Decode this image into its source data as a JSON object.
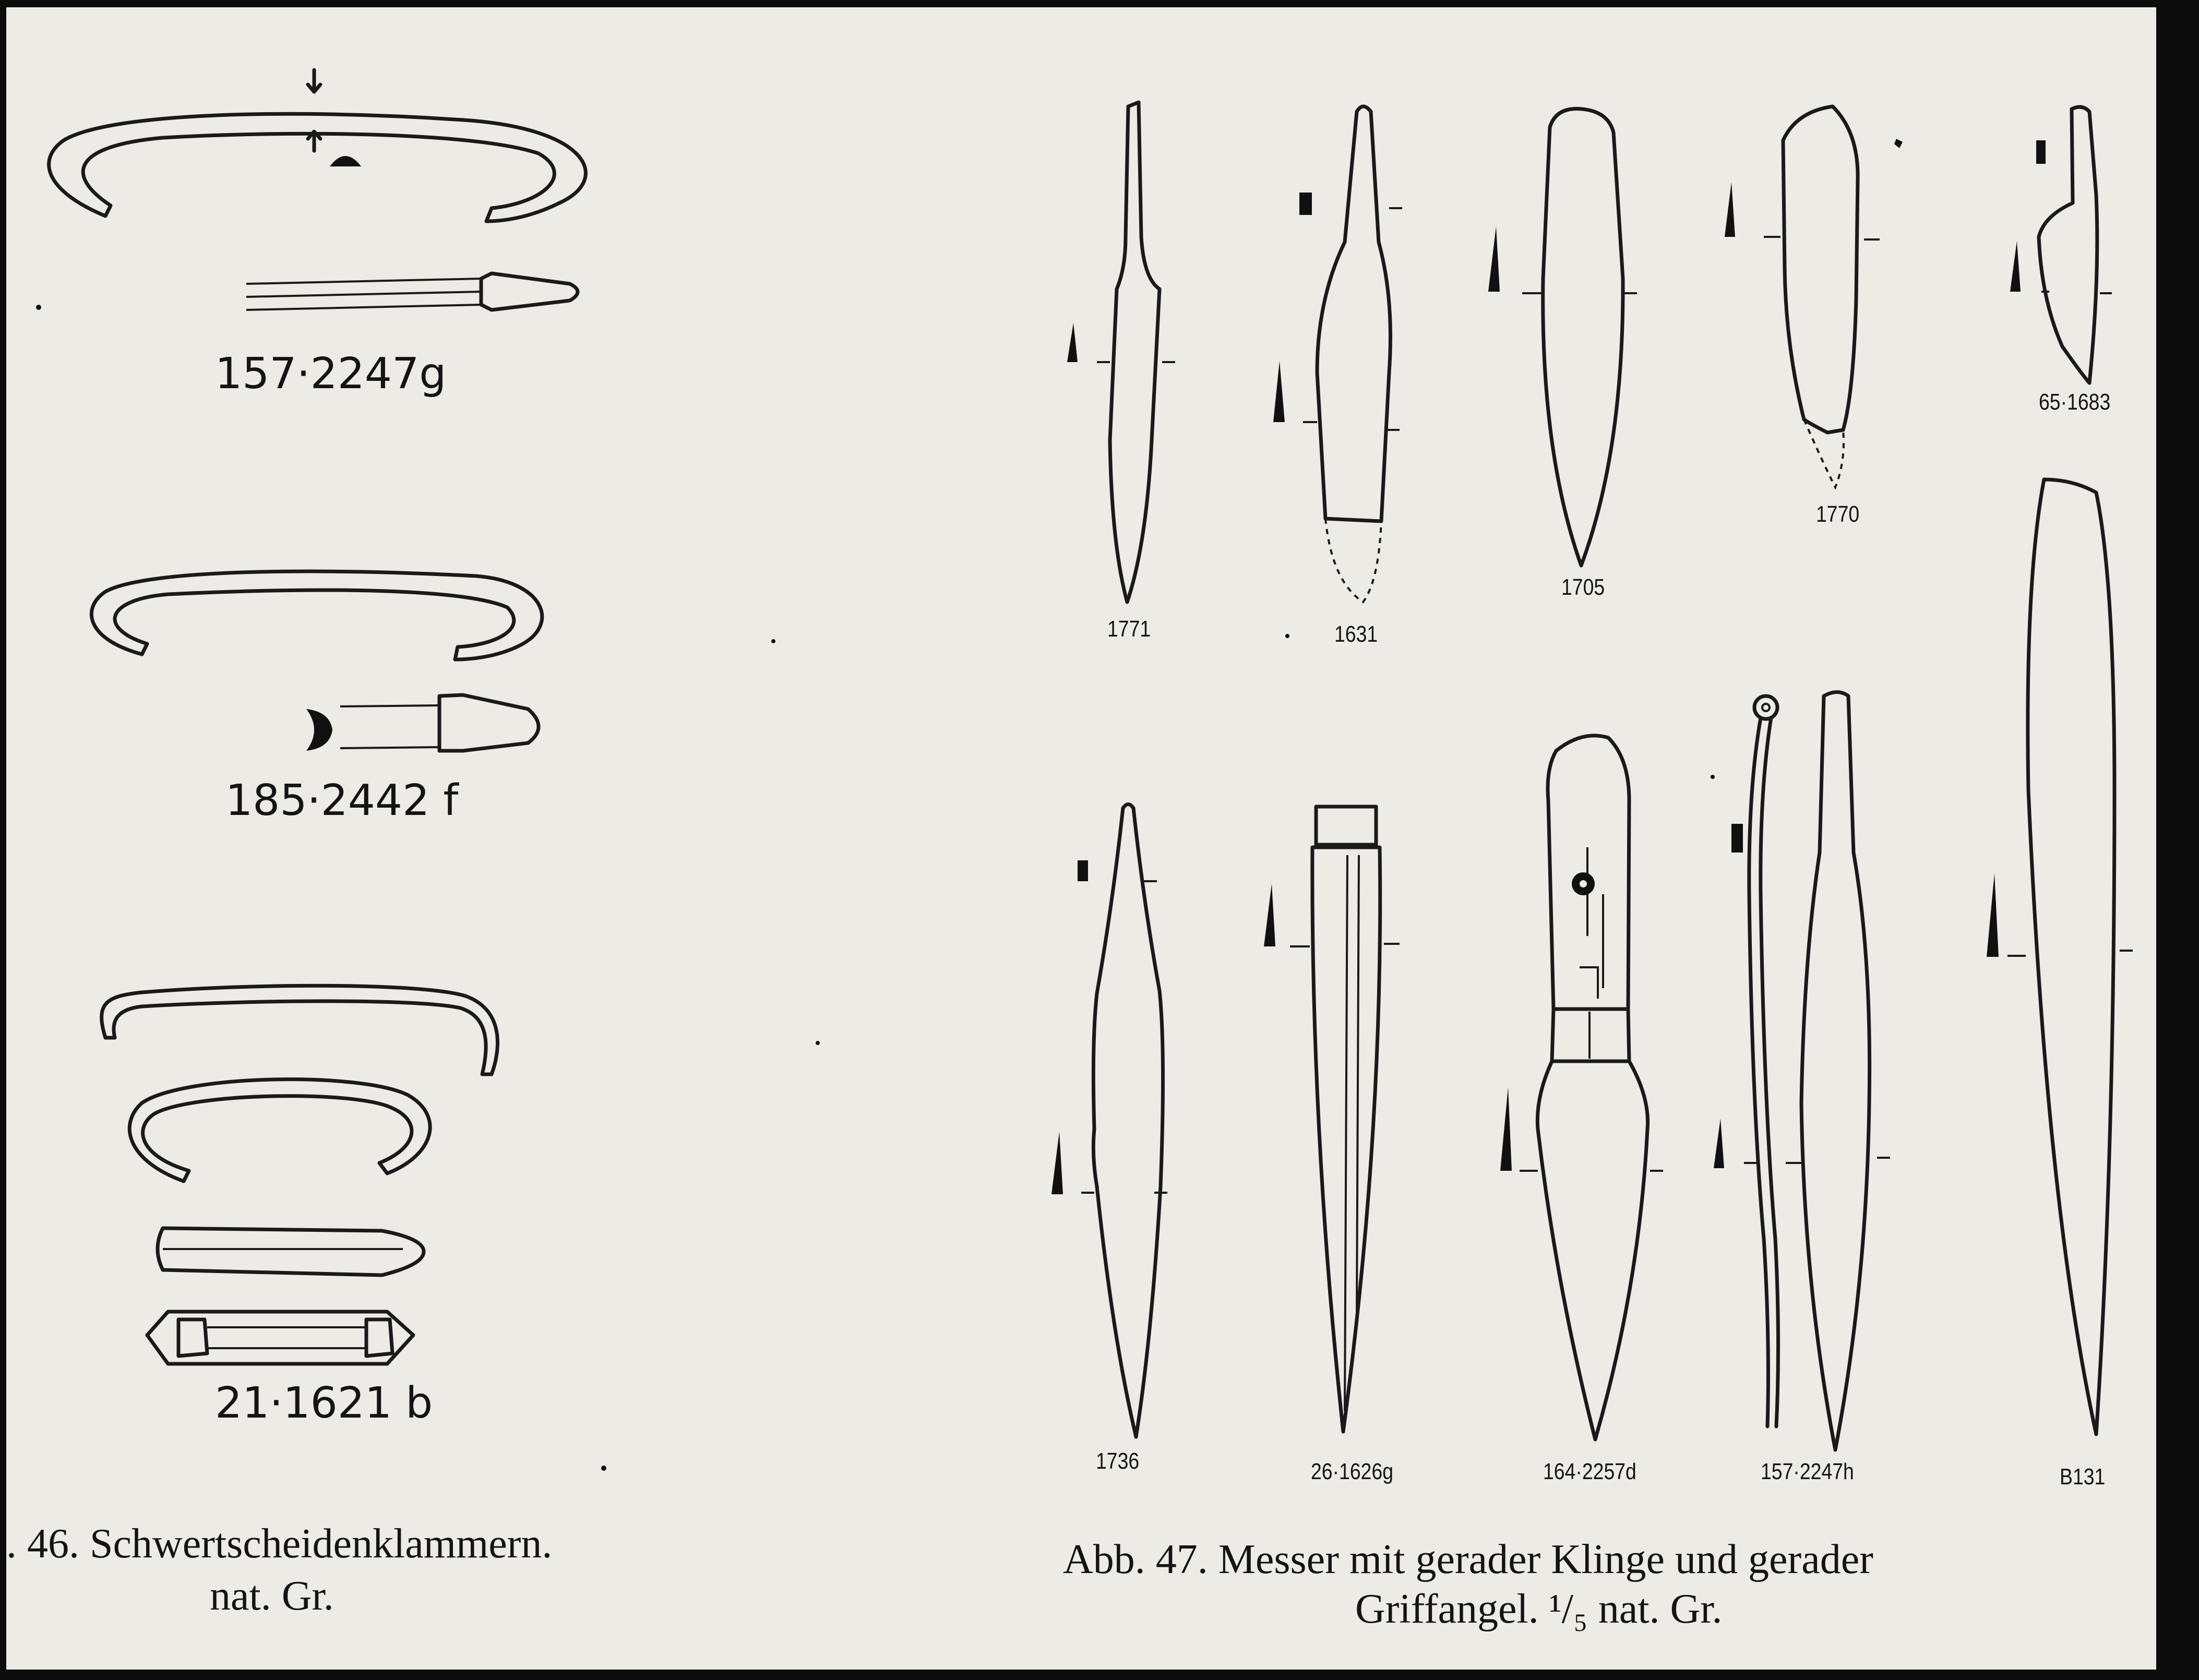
{
  "figure_46": {
    "items": [
      {
        "label": "157·2247g"
      },
      {
        "label": "185·2442 f"
      },
      {
        "label": "21·1621 b"
      }
    ],
    "caption_line1": ". 46.  Schwertscheidenklammern.",
    "caption_line2": "nat. Gr."
  },
  "figure_47": {
    "top_row": [
      "1771",
      "1631",
      "1705",
      "1770",
      "65·1683"
    ],
    "bottom_row": [
      "1736",
      "26·1626g",
      "164·2257d",
      "157·2247h",
      "B131"
    ],
    "caption_line1": "Abb. 47.  Messer mit gerader Klinge und gerader",
    "caption_line2": "Griffangel. ¹/₅ nat. Gr."
  }
}
